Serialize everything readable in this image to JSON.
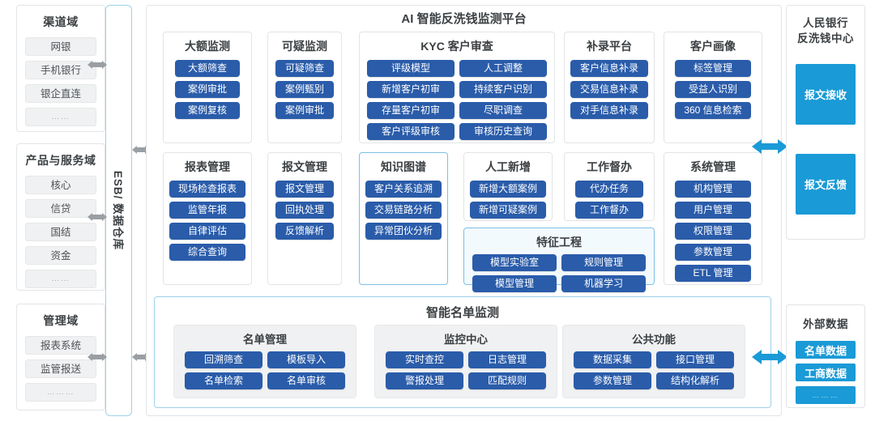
{
  "left_domains": [
    {
      "title": "渠道域",
      "items": [
        "网银",
        "手机银行",
        "银企直连",
        "……"
      ]
    },
    {
      "title": "产品与服务域",
      "items": [
        "核心",
        "信贷",
        "国结",
        "资金",
        "……"
      ]
    },
    {
      "title": "管理域",
      "items": [
        "报表系统",
        "监管报送",
        "………"
      ]
    }
  ],
  "esb": {
    "label": "ESB/ 数据仓库"
  },
  "platform": {
    "title": "AI 智能反洗钱监测平台",
    "row1": [
      {
        "title": "大额监测",
        "layout": "one",
        "items": [
          "大额筛查",
          "案例审批",
          "案例复核"
        ]
      },
      {
        "title": "可疑监测",
        "layout": "one",
        "items": [
          "可疑筛查",
          "案例甄别",
          "案例审批"
        ]
      },
      {
        "title": "KYC 客户审查",
        "layout": "two",
        "items": [
          "评级模型",
          "人工调整",
          "新增客户初审",
          "持续客户识别",
          "存量客户初审",
          "尽职调查",
          "客户评级审核",
          "审核历史查询"
        ]
      },
      {
        "title": "补录平台",
        "layout": "one",
        "items": [
          "客户信息补录",
          "交易信息补录",
          "对手信息补录"
        ]
      },
      {
        "title": "客户画像",
        "layout": "one",
        "items": [
          "标签管理",
          "受益人识别",
          "360 信息检索"
        ]
      }
    ],
    "row2": [
      {
        "title": "报表管理",
        "layout": "one",
        "highlight": "none",
        "items": [
          "现场检查报表",
          "监管年报",
          "自律评估",
          "综合查询"
        ]
      },
      {
        "title": "报文管理",
        "layout": "one",
        "highlight": "none",
        "items": [
          "报文管理",
          "回执处理",
          "反馈解析"
        ]
      },
      {
        "title": "知识图谱",
        "layout": "one",
        "highlight": "border",
        "items": [
          "客户关系追溯",
          "交易链路分析",
          "异常团伙分析"
        ]
      },
      {
        "title": "人工新增",
        "layout": "one",
        "highlight": "none",
        "items": [
          "新增大额案例",
          "新增可疑案例"
        ]
      },
      {
        "title": "工作督办",
        "layout": "one",
        "highlight": "none",
        "items": [
          "代办任务",
          "工作督办"
        ]
      },
      {
        "title": "系统管理",
        "layout": "one",
        "highlight": "none",
        "items": [
          "机构管理",
          "用户管理",
          "权限管理",
          "参数管理",
          "ETL 管理"
        ]
      }
    ],
    "feature_engineering": {
      "title": "特征工程",
      "highlight": "fill",
      "items": [
        "模型实验室",
        "规则管理",
        "模型管理",
        "机器学习"
      ]
    },
    "bottom": {
      "title": "智能名单监测",
      "groups": [
        {
          "title": "名单管理",
          "items": [
            "回溯筛查",
            "模板导入",
            "名单检索",
            "名单审核"
          ]
        },
        {
          "title": "监控中心",
          "items": [
            "实时查控",
            "日志管理",
            "警报处理",
            "匹配规则"
          ]
        },
        {
          "title": "公共功能",
          "items": [
            "数据采集",
            "接口管理",
            "参数管理",
            "结构化解析"
          ]
        }
      ]
    }
  },
  "right_panels": [
    {
      "title": "人民银行\n反洗钱中心",
      "title_lines": [
        "人民银行",
        "反洗钱中心"
      ],
      "items": [
        "报文接收",
        "报文反馈"
      ]
    },
    {
      "title": "外部数据",
      "title_lines": [
        "外部数据"
      ],
      "items": [
        "名单数据",
        "工商数据",
        "………"
      ]
    }
  ],
  "colors": {
    "chip_blue": "#2a5caa",
    "ext_blue": "#1a9ad6",
    "arrow_blue": "#1a9ad6",
    "arrow_gray": "#9a9fa4",
    "highlight_border": "#7ebfe4",
    "panel_border": "#e2e4e6",
    "gray_chip_bg": "#f0f1f2"
  }
}
